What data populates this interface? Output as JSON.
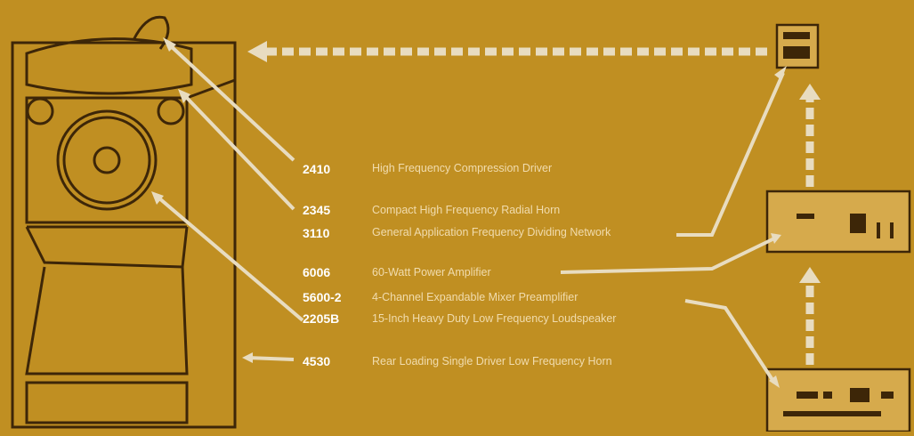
{
  "components": [
    {
      "model": "2410",
      "description": "High Frequency Compression Driver"
    },
    {
      "model": "2345",
      "description": "Compact High Frequency Radial Horn"
    },
    {
      "model": "3110",
      "description": "General Application Frequency Dividing Network"
    },
    {
      "model": "6006",
      "description": "60-Watt Power Amplifier"
    },
    {
      "model": "5600-2",
      "description": "4-Channel Expandable Mixer Preamplifier"
    },
    {
      "model": "2205B",
      "description": "15-Inch Heavy Duty Low Frequency Loudspeaker"
    },
    {
      "model": "4530",
      "description": "Rear Loading Single Driver Low Frequency Horn"
    }
  ],
  "colors": {
    "background": "#c08f22",
    "line_drawing": "#3d2608",
    "leader_lines": "#e8dcc0",
    "model_text": "#ffffff",
    "description_text": "#f1dcae"
  }
}
